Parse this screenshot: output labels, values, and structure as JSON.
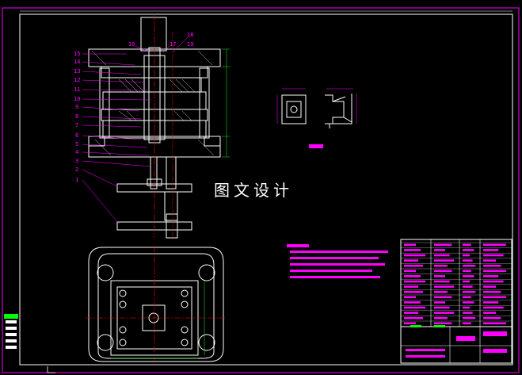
{
  "watermark": "图文设计",
  "part_labels": [
    "15",
    "14",
    "13",
    "12",
    "11",
    "10",
    "9",
    "8",
    "7",
    "6",
    "5",
    "4",
    "3",
    "2",
    "1"
  ],
  "top_labels": [
    "16",
    "17",
    "18",
    "19"
  ],
  "colors": {
    "bg": "#000000",
    "line": "#ffffff",
    "dim": "#ff00ff",
    "center": "#ff0000",
    "green": "#00ff00",
    "cyan": "#00ffff"
  }
}
